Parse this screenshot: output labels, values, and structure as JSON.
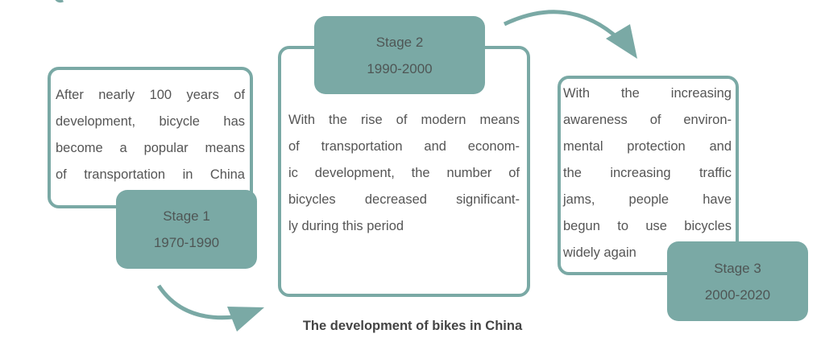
{
  "title": "The development of bikes in China",
  "accent_color": "#7aa9a5",
  "stages": [
    {
      "label": "Stage 1",
      "years": "1970-1990",
      "lines": [
        "After nearly 100 years of",
        "development, bicycle has",
        "become a popular means",
        "of transportation in China"
      ]
    },
    {
      "label": "Stage 2",
      "years": "1990-2000",
      "lines": [
        "With the rise of modern means",
        "of transportation and econom-",
        "ic development, the number of",
        "bicycles decreased significant-",
        "ly during this period"
      ]
    },
    {
      "label": "Stage 3",
      "years": "2000-2020",
      "lines": [
        "With the increasing",
        "awareness of environ-",
        "mental protection and",
        "the increasing traffic",
        "jams, people have",
        "begun to use bicycles",
        "widely again"
      ]
    }
  ]
}
